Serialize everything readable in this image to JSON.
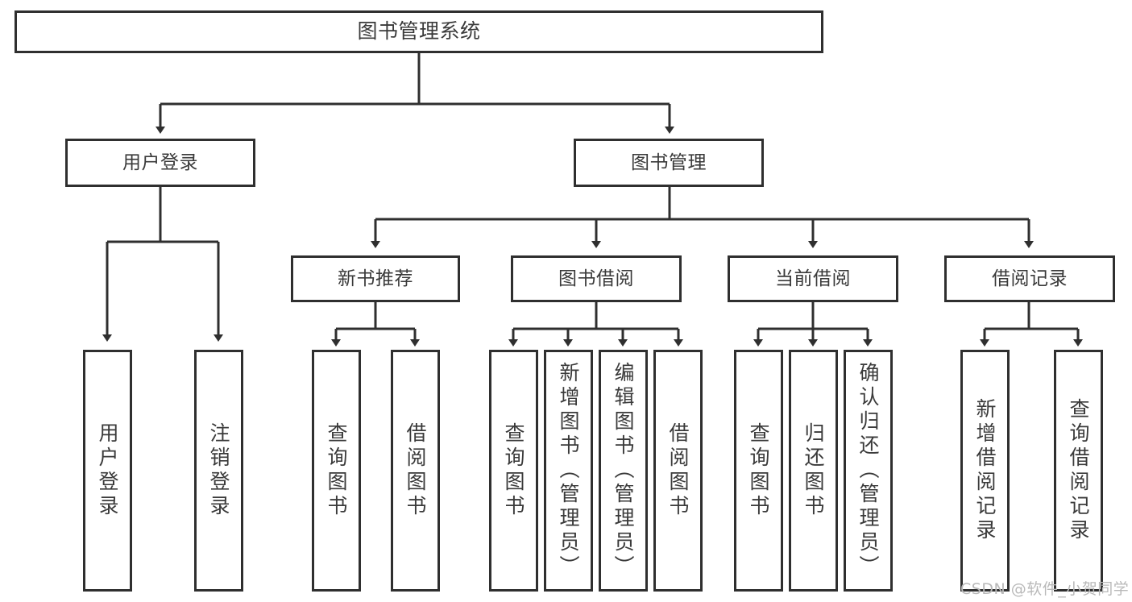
{
  "diagram": {
    "type": "tree",
    "title": "图书管理系统",
    "background": "#ffffff",
    "line_color": "#2f2f2f",
    "text_color": "#3a3a3a",
    "nodes": {
      "root": {
        "label": "图书管理系统",
        "level": 1
      },
      "user_login": {
        "label": "用户登录",
        "level": 2
      },
      "book_manage": {
        "label": "图书管理",
        "level": 2
      },
      "new_book_rec": {
        "label": "新书推荐",
        "level": 3
      },
      "book_borrow": {
        "label": "图书借阅",
        "level": 3
      },
      "current_borrow": {
        "label": "当前借阅",
        "level": 3
      },
      "borrow_record": {
        "label": "借阅记录",
        "level": 3
      },
      "leaf_user_login": {
        "label": "用户登录",
        "level": 4
      },
      "leaf_logout": {
        "label": "注销登录",
        "level": 4
      },
      "leaf_query_book_1": {
        "label": "查询图书",
        "level": 4
      },
      "leaf_borrow_book_1": {
        "label": "借阅图书",
        "level": 4
      },
      "leaf_query_book_2": {
        "label": "查询图书",
        "level": 4
      },
      "leaf_add_book": {
        "label": "新增图书（管理员）",
        "level": 4
      },
      "leaf_edit_book": {
        "label": "编辑图书（管理员）",
        "level": 4
      },
      "leaf_borrow_book_2": {
        "label": "借阅图书",
        "level": 4
      },
      "leaf_query_book_3": {
        "label": "查询图书",
        "level": 4
      },
      "leaf_return_book": {
        "label": "归还图书",
        "level": 4
      },
      "leaf_confirm_return": {
        "label": "确认归还（管理员）",
        "level": 4
      },
      "leaf_add_record": {
        "label": "新增借阅记录",
        "level": 4
      },
      "leaf_query_record": {
        "label": "查询借阅记录",
        "level": 4
      }
    },
    "edges": [
      {
        "from": "root",
        "to": "user_login"
      },
      {
        "from": "root",
        "to": "book_manage"
      },
      {
        "from": "user_login",
        "to": "leaf_user_login"
      },
      {
        "from": "user_login",
        "to": "leaf_logout"
      },
      {
        "from": "book_manage",
        "to": "new_book_rec"
      },
      {
        "from": "book_manage",
        "to": "book_borrow"
      },
      {
        "from": "book_manage",
        "to": "current_borrow"
      },
      {
        "from": "book_manage",
        "to": "borrow_record"
      },
      {
        "from": "new_book_rec",
        "to": "leaf_query_book_1"
      },
      {
        "from": "new_book_rec",
        "to": "leaf_borrow_book_1"
      },
      {
        "from": "book_borrow",
        "to": "leaf_query_book_2"
      },
      {
        "from": "book_borrow",
        "to": "leaf_add_book"
      },
      {
        "from": "book_borrow",
        "to": "leaf_edit_book"
      },
      {
        "from": "book_borrow",
        "to": "leaf_borrow_book_2"
      },
      {
        "from": "current_borrow",
        "to": "leaf_query_book_3"
      },
      {
        "from": "current_borrow",
        "to": "leaf_return_book"
      },
      {
        "from": "current_borrow",
        "to": "leaf_confirm_return"
      },
      {
        "from": "borrow_record",
        "to": "leaf_add_record"
      },
      {
        "from": "borrow_record",
        "to": "leaf_query_record"
      }
    ]
  },
  "watermark": {
    "text": "CSDN @软件_小贺同学"
  }
}
